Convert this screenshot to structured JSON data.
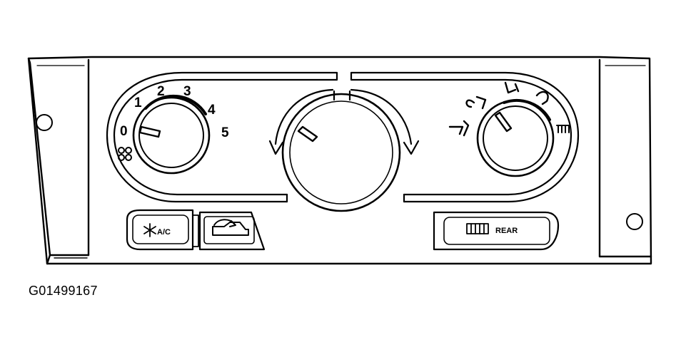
{
  "figure_id": "G01499167",
  "fan_dial": {
    "labels": [
      "0",
      "1",
      "2",
      "3",
      "4",
      "5"
    ],
    "icon": "fan-icon"
  },
  "temperature_dial": {
    "icon": "none"
  },
  "mode_dial": {
    "icons": [
      "panel-vent-icon",
      "bi-level-icon",
      "floor-icon",
      "floor-defrost-icon",
      "defrost-icon"
    ]
  },
  "buttons": {
    "ac_label": "A/C",
    "ac_icon": "snowflake-icon",
    "recirc_icon": "recirculation-car-icon",
    "rear_label": "REAR",
    "rear_icon": "rear-defrost-icon"
  },
  "colors": {
    "line": "#000000",
    "background": "#ffffff"
  }
}
